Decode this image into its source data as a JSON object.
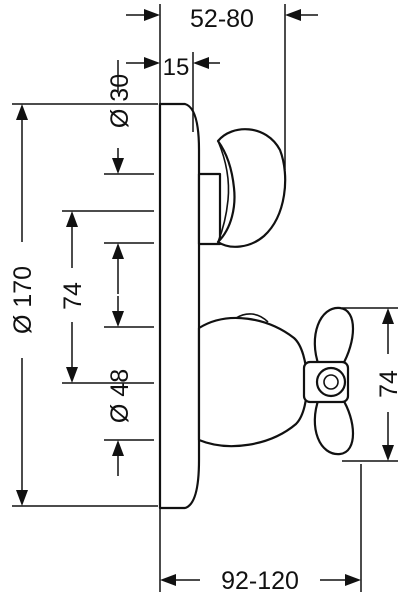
{
  "dimensions": {
    "depth_range": "52-80",
    "plate_offset": "15",
    "small_diameter": "Ø 30",
    "plate_diameter": "Ø 170",
    "center_spacing_left": "74",
    "medium_diameter": "Ø 48",
    "center_spacing_right": "74",
    "projection_range": "92-120"
  }
}
